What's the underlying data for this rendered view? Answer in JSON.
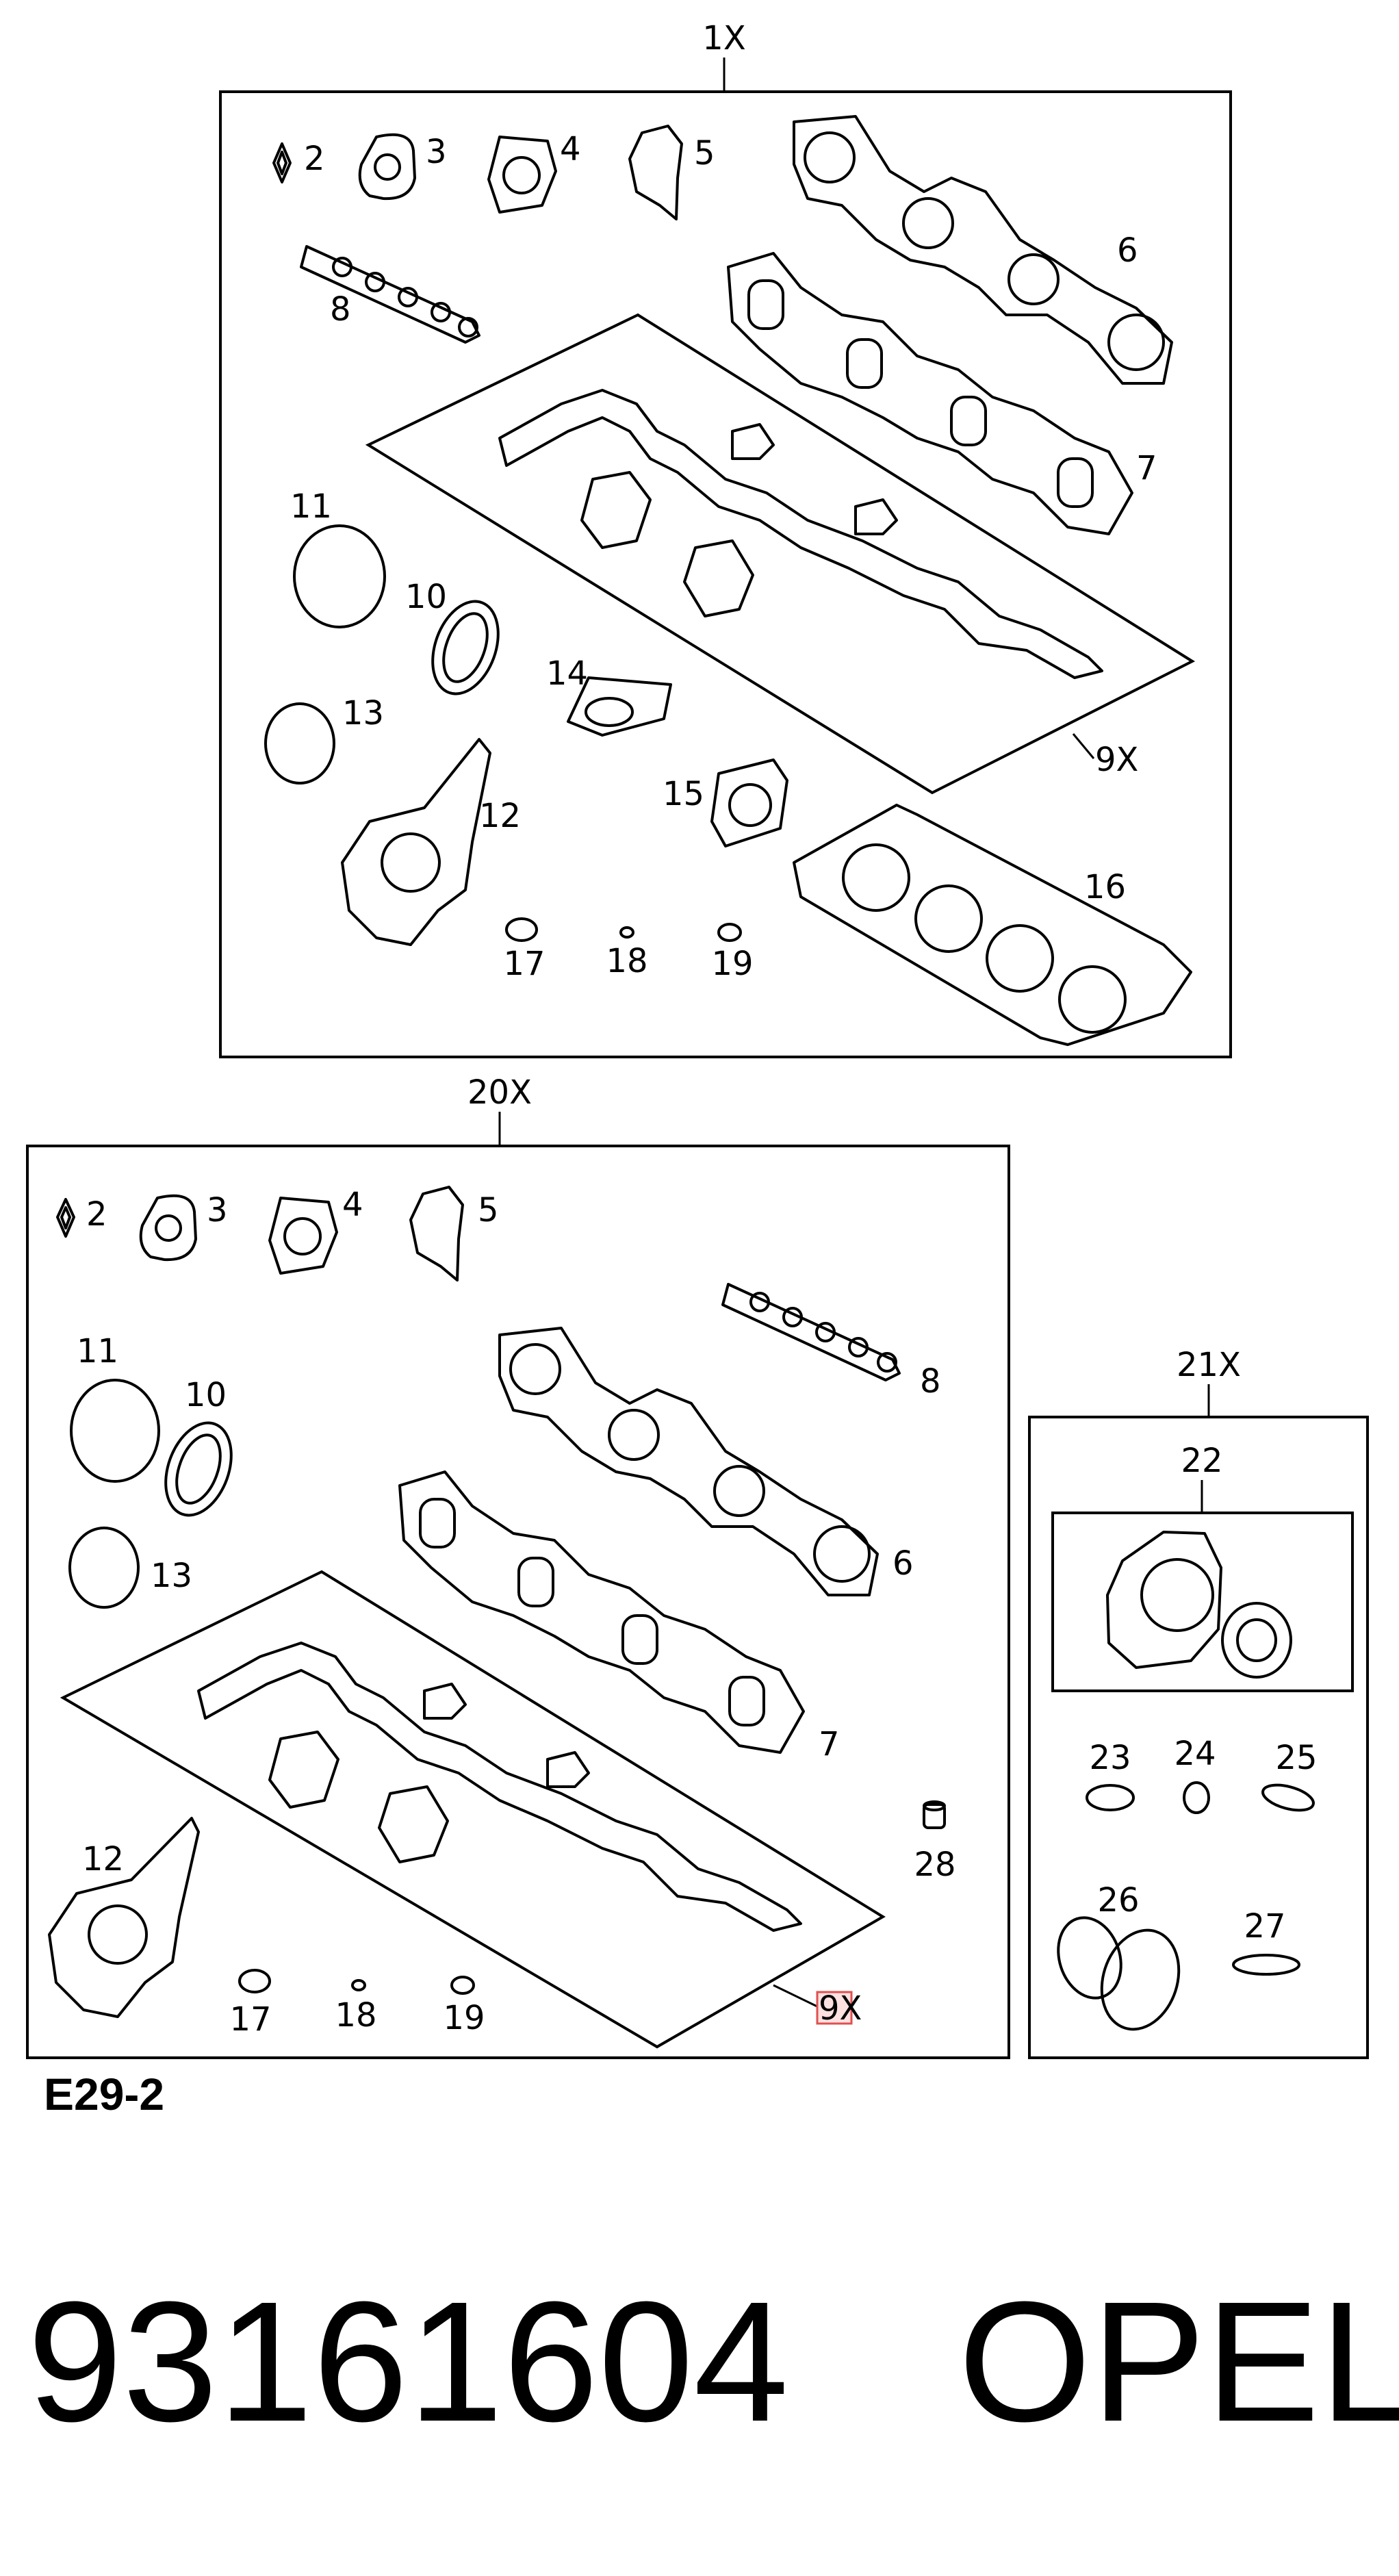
{
  "kits": {
    "top": {
      "label": "1X"
    },
    "bottom": {
      "label": "20X"
    },
    "right": {
      "label": "21X",
      "sub_label": "22"
    }
  },
  "callouts": {
    "top": [
      "2",
      "3",
      "4",
      "5",
      "6",
      "7",
      "8",
      "9X",
      "10",
      "11",
      "12",
      "13",
      "14",
      "15",
      "16",
      "17",
      "18",
      "19"
    ],
    "bottom": [
      "2",
      "3",
      "4",
      "5",
      "6",
      "7",
      "8",
      "9X",
      "10",
      "11",
      "12",
      "13",
      "17",
      "18",
      "19",
      "28"
    ],
    "right": [
      "23",
      "24",
      "25",
      "26",
      "27"
    ]
  },
  "diagram_code": "E29-2",
  "part_number": "93161604",
  "brand": "OPEL",
  "highlight_color": "#e05050"
}
